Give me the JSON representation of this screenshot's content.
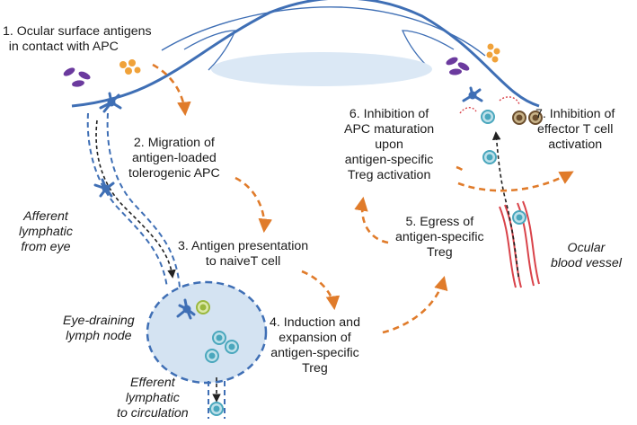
{
  "labels": {
    "step1": [
      "1. Ocular surface antigens",
      "in contact with APC"
    ],
    "step2": [
      "2. Migration of",
      "antigen-loaded",
      "tolerogenic APC"
    ],
    "step3": [
      "3. Antigen presentation",
      "to naiveT cell"
    ],
    "step4": [
      "4. Induction and",
      "expansion of",
      "antigen-specific",
      "Treg"
    ],
    "step5": [
      "5. Egress of",
      "antigen-specific",
      "Treg"
    ],
    "step6": [
      "6. Inhibition of",
      "APC maturation",
      "upon",
      "antigen-specific",
      "Treg activation"
    ],
    "step7": [
      "7. Inhibition of",
      "effector T cell",
      "activation"
    ],
    "afferent": [
      "Afferent",
      "lymphatic",
      "from eye"
    ],
    "lymph_node": [
      "Eye-draining",
      "lymph node"
    ],
    "efferent": [
      "Efferent",
      "lymphatic",
      "to circulation"
    ],
    "vessel": [
      "Ocular",
      "blood vessel"
    ]
  },
  "colors": {
    "eye_outline": "#3f6fb5",
    "lens": "#dbe8f5",
    "arrow": "#e07b2a",
    "lymph_fill": "#d4e3f2",
    "cell_teal": "#4aa7bd",
    "vessel": "#d9434a",
    "antigen_purple": "#6b3a9e",
    "antigen_orange": "#f0a23a",
    "effector": "#6b4e2e",
    "naive": "#9ab83e"
  },
  "icons": [
    "apc-dendritic-icon",
    "treg-cell-icon",
    "naive-t-cell-icon",
    "effector-t-cell-icon",
    "antigen-purple-icon",
    "antigen-orange-icon"
  ]
}
